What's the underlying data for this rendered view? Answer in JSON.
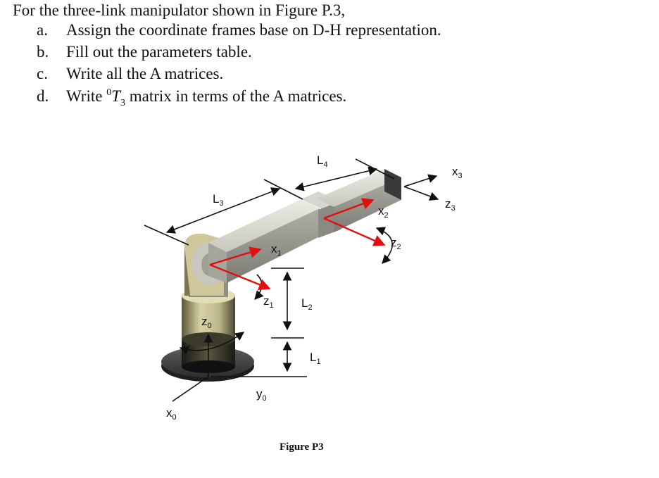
{
  "problem": {
    "intro": "For the three-link manipulator shown in Figure P.3,",
    "items": [
      {
        "letter": "a.",
        "text": "Assign the coordinate frames base on D-H representation."
      },
      {
        "letter": "b.",
        "text": "Fill out the parameters table."
      },
      {
        "letter": "c.",
        "text": "Write all the A matrices."
      },
      {
        "letter": "d.",
        "text_before": "Write ",
        "sup": "0",
        "symbol": "T",
        "sub": "3",
        "text_after": " matrix in terms of the A matrices."
      }
    ]
  },
  "figure": {
    "caption": "Figure P3",
    "labels": {
      "L1": {
        "base": "L",
        "sub": "1"
      },
      "L2": {
        "base": "L",
        "sub": "2"
      },
      "L3": {
        "base": "L",
        "sub": "3"
      },
      "L4": {
        "base": "L",
        "sub": "4"
      },
      "x0": {
        "base": "x",
        "sub": "0"
      },
      "y0": {
        "base": "y",
        "sub": "0"
      },
      "z0": {
        "base": "z",
        "sub": "0"
      },
      "x1": {
        "base": "x",
        "sub": "1"
      },
      "z1": {
        "base": "z",
        "sub": "1"
      },
      "x2": {
        "base": "x",
        "sub": "2"
      },
      "z2": {
        "base": "z",
        "sub": "2"
      },
      "x3": {
        "base": "x",
        "sub": "3"
      },
      "z3": {
        "base": "z",
        "sub": "3"
      }
    },
    "colors": {
      "frame_arrow": "#e01010",
      "link_body": "#c8c8bc",
      "base": "#2a2a2a",
      "joint": "#cfc79a"
    }
  }
}
